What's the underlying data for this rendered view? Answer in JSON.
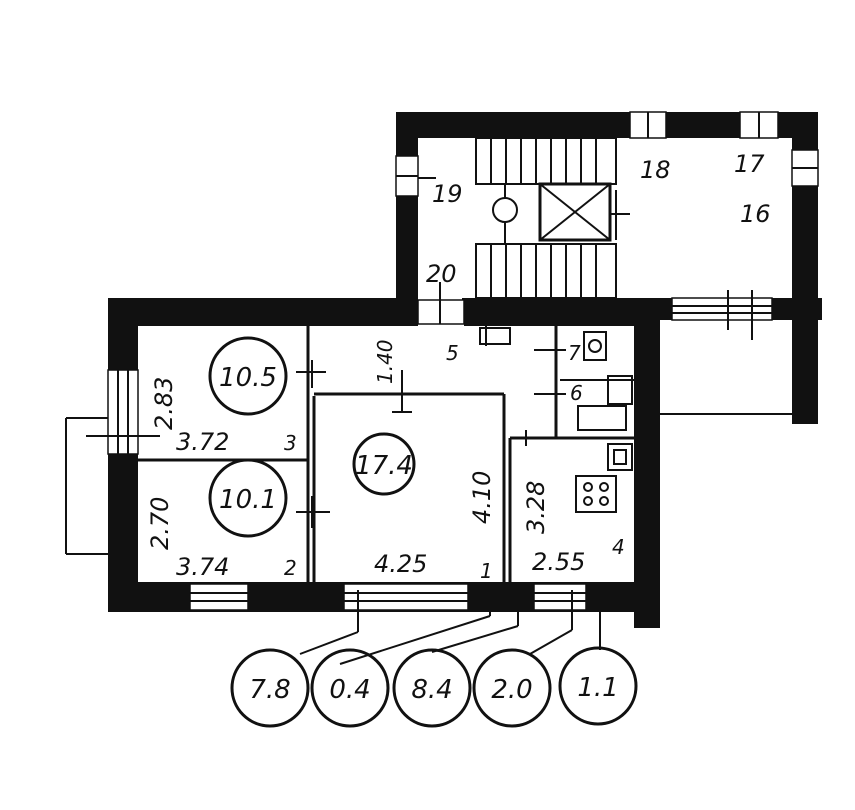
{
  "plan": {
    "room_areas": {
      "room_top_left": "10.5",
      "room_bottom_left": "10.1",
      "room_center": "17.4"
    },
    "dimensions": {
      "left_top_height": "2.83",
      "left_top_width": "3.72",
      "left_bottom_height": "2.70",
      "left_bottom_width": "3.74",
      "center_height": "4.10",
      "center_width": "4.25",
      "corridor_width": "1.40",
      "kitchen_height": "3.28",
      "kitchen_width": "2.55"
    },
    "numbers": {
      "n1": "1",
      "n2": "2",
      "n3": "3",
      "n4": "4",
      "n5": "5",
      "n6": "6",
      "n7": "7",
      "n16": "16",
      "n17": "17",
      "n18": "18",
      "n19": "19",
      "n20": "20"
    },
    "bottom_circles": [
      "7.8",
      "0.4",
      "8.4",
      "2.0",
      "1.1"
    ]
  }
}
